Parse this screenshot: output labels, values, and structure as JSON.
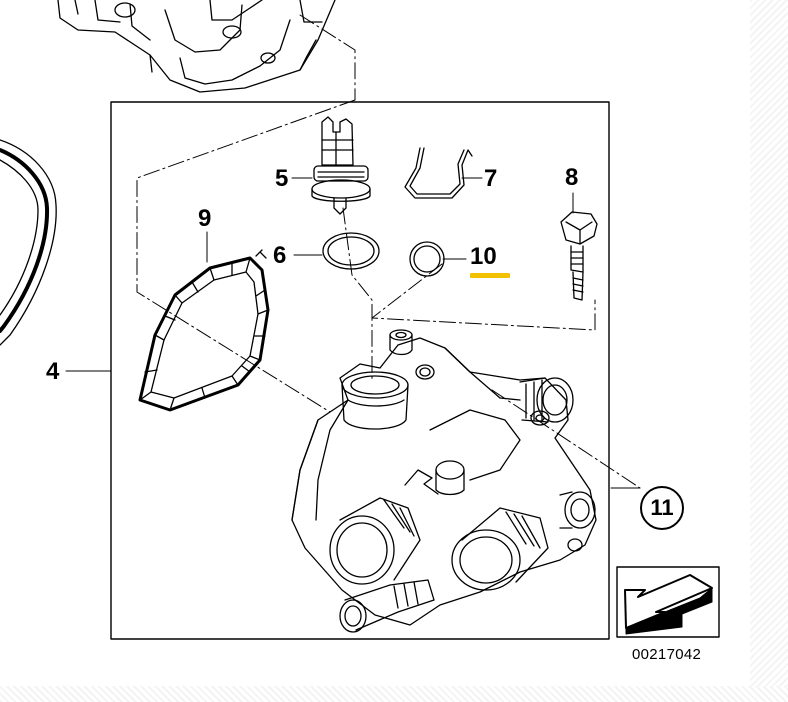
{
  "diagram": {
    "reference_number": "00217042",
    "highlight_color": "#f2c200",
    "line_color": "#000000",
    "callouts": [
      {
        "label": "4",
        "part": "thermostat-housing"
      },
      {
        "label": "5",
        "part": "temperature-sensor"
      },
      {
        "label": "6",
        "part": "sensor-o-ring"
      },
      {
        "label": "7",
        "part": "retaining-clip"
      },
      {
        "label": "8",
        "part": "bleed-screw"
      },
      {
        "label": "9",
        "part": "housing-gasket"
      },
      {
        "label": "10",
        "part": "small-o-ring",
        "highlighted": true
      },
      {
        "label": "11",
        "part": "circled-callout"
      }
    ]
  }
}
